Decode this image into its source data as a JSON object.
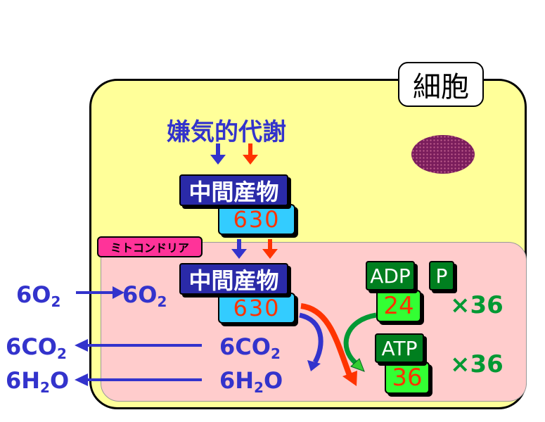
{
  "cell_label": "細胞",
  "mitochondria_label": "ミトコンドリア",
  "process_title": "嫌気的代謝",
  "intermediate_top": {
    "name": "中間産物",
    "value": "630"
  },
  "intermediate_mito": {
    "name": "中間産物",
    "value": "630"
  },
  "outside_o2": {
    "coef": "6",
    "main": "O",
    "sub": "2",
    "tail": ""
  },
  "inside_o2": {
    "coef": "6",
    "main": "O",
    "sub": "2",
    "tail": ""
  },
  "outside_co2": {
    "coef": "6",
    "main": "CO",
    "sub": "2",
    "tail": ""
  },
  "inside_co2": {
    "coef": "6",
    "main": "CO",
    "sub": "2",
    "tail": ""
  },
  "outside_h2o": {
    "coef": "6",
    "main": "H",
    "sub": "2",
    "tail": "O"
  },
  "inside_h2o": {
    "coef": "6",
    "main": "H",
    "sub": "2",
    "tail": "O"
  },
  "adp": {
    "label": "ADP",
    "count": "24"
  },
  "phosphate": "P",
  "atp": {
    "label": "ATP",
    "count": "36"
  },
  "multiplier_top": "×36",
  "multiplier_bottom": "×36",
  "colors": {
    "cell": "#ffff99",
    "mitochondria": "#ffcccc",
    "blue_arrow": "#3333cc",
    "red_arrow": "#ff3300",
    "green_arrow": "#009933"
  }
}
